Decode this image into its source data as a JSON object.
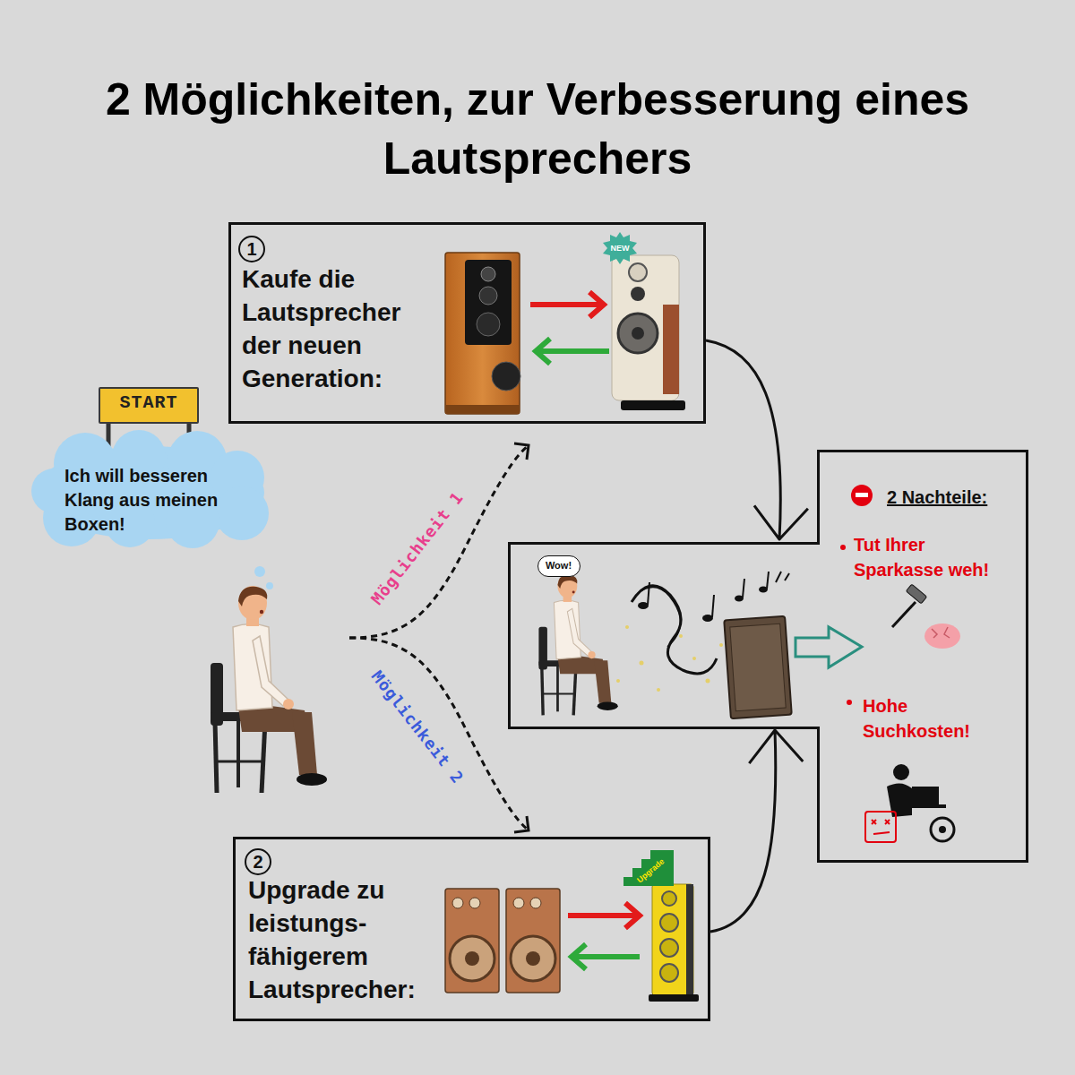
{
  "diagram": {
    "title": "2 Möglichkeiten, zur Verbesserung eines Lautsprechers",
    "nodes": [
      {
        "text": [
          "START"
        ]
      },
      {
        "text": [
          "Ich will besseren Klang aus meinen Boxen!"
        ]
      },
      {
        "text": [
          "1",
          "Kaufe die Lautsprecher der neuen Generation:"
        ]
      },
      {
        "text": [
          "NEW"
        ],
        "in": 2
      },
      {
        "text": [
          "2 Nachteile:",
          "Tut Ihrer Sparkasse weh!",
          "Hohe Suchkosten!"
        ]
      },
      {
        "text": [
          "Wow!"
        ],
        "in": 4
      },
      {
        "text": [
          "2",
          "Upgrade zu leistungs- fähigerem Lautsprecher:"
        ]
      },
      {
        "text": [
          "Upgrade"
        ],
        "in": 6
      }
    ],
    "edges": [
      {
        "from": 2,
        "to": 4,
        "arrow": "to"
      },
      {
        "from": 6,
        "to": 4,
        "arrow": "to"
      }
    ],
    "labels": [
      "Möglichkeit 1",
      "Möglichkeit 2"
    ]
  }
}
